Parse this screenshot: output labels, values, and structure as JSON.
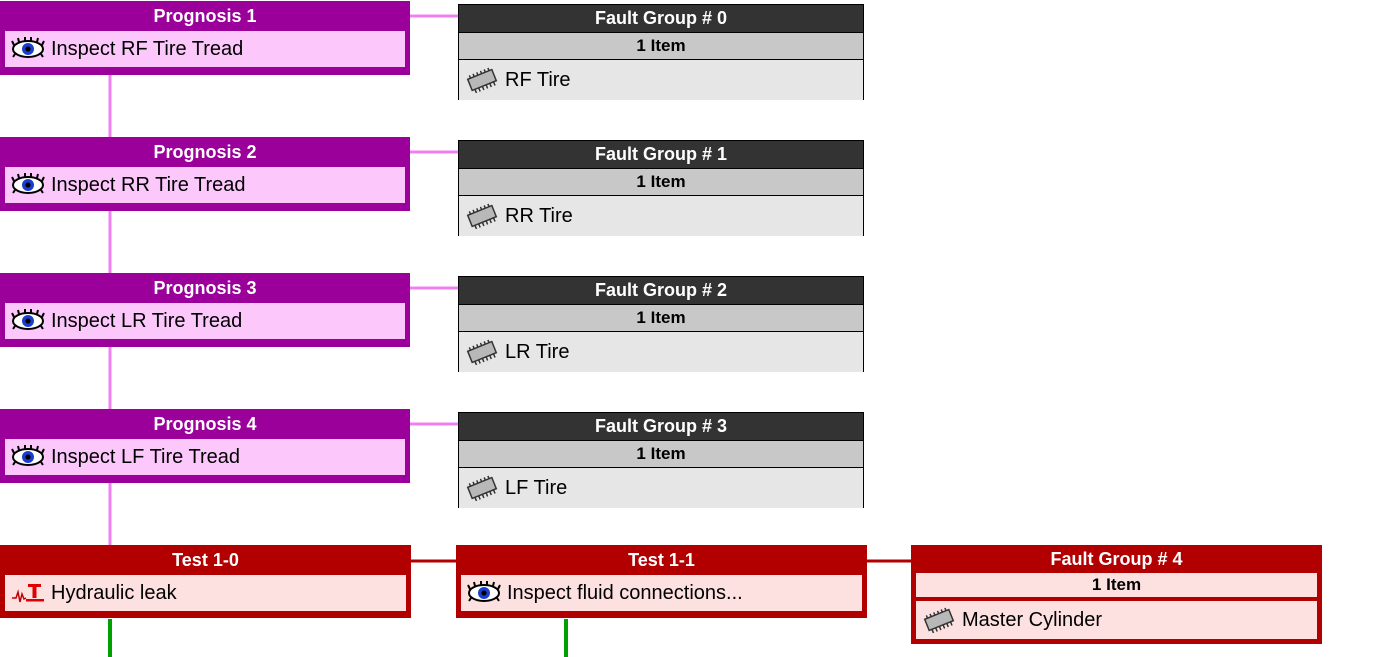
{
  "prognoses": [
    {
      "title": "Prognosis 1",
      "label": "Inspect RF Tire Tread",
      "icon": "eye-icon"
    },
    {
      "title": "Prognosis 2",
      "label": "Inspect RR Tire Tread",
      "icon": "eye-icon"
    },
    {
      "title": "Prognosis 3",
      "label": "Inspect LR Tire Tread",
      "icon": "eye-icon"
    },
    {
      "title": "Prognosis 4",
      "label": "Inspect LF Tire Tread",
      "icon": "eye-icon"
    }
  ],
  "fault_groups": [
    {
      "title": "Fault Group # 0",
      "count": "1 Item",
      "item": "RF Tire",
      "icon": "chip-icon"
    },
    {
      "title": "Fault Group # 1",
      "count": "1 Item",
      "item": "RR Tire",
      "icon": "chip-icon"
    },
    {
      "title": "Fault Group # 2",
      "count": "1 Item",
      "item": "LR Tire",
      "icon": "chip-icon"
    },
    {
      "title": "Fault Group # 3",
      "count": "1 Item",
      "item": "LF Tire",
      "icon": "chip-icon"
    }
  ],
  "tests": [
    {
      "title": "Test 1-0",
      "label": "Hydraulic leak",
      "icon": "test-signal-icon"
    },
    {
      "title": "Test 1-1",
      "label": "Inspect fluid connections...",
      "icon": "eye-icon"
    }
  ],
  "red_fault_group": {
    "title": "Fault Group # 4",
    "count": "1 Item",
    "item": "Master Cylinder",
    "icon": "chip-icon"
  },
  "colors": {
    "prognosis": "#9b009b",
    "prognosis_row": "#fcc8fc",
    "fault_group_header": "#333333",
    "fault_group_count": "#c8c8c8",
    "fault_group_body": "#e6e6e6",
    "test": "#b20000",
    "test_row": "#fde0e0",
    "pink_connector": "#f080f0",
    "red_connector": "#b20000",
    "green_connector": "#00a000"
  }
}
